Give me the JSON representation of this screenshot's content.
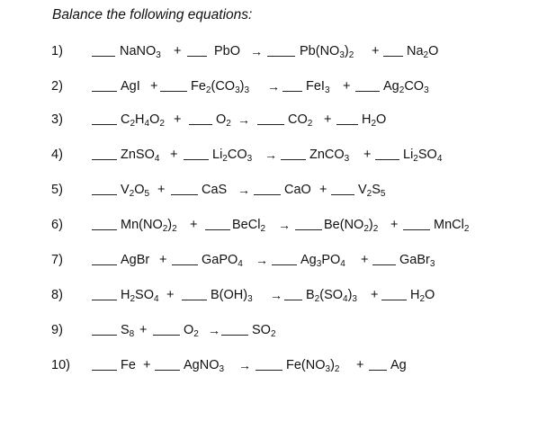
{
  "title": "Balance the following equations:",
  "plus": "+",
  "arrow": "→",
  "equations": [
    {
      "num": "1)",
      "terms": [
        "NaNO3",
        "PbO",
        "Pb(NO3)2",
        "Na2O"
      ]
    },
    {
      "num": "2)",
      "terms": [
        "AgI",
        "Fe2(CO3)3",
        "FeI3",
        "Ag2CO3"
      ]
    },
    {
      "num": "3)",
      "terms": [
        "C2H4O2",
        "O2",
        "CO2",
        "H2O"
      ]
    },
    {
      "num": "4)",
      "terms": [
        "ZnSO4",
        "Li2CO3",
        "ZnCO3",
        "Li2SO4"
      ]
    },
    {
      "num": "5)",
      "terms": [
        "V2O5",
        "CaS",
        "CaO",
        "V2S5"
      ]
    },
    {
      "num": "6)",
      "terms": [
        "Mn(NO2)2",
        "BeCl2",
        "Be(NO2)2",
        "MnCl2"
      ]
    },
    {
      "num": "7)",
      "terms": [
        "AgBr",
        "GaPO4",
        "Ag3PO4",
        "GaBr3"
      ]
    },
    {
      "num": "8)",
      "terms": [
        "H2SO4",
        "B(OH)3",
        "B2(SO4)3",
        "H2O"
      ]
    },
    {
      "num": "9)",
      "terms": [
        "S8",
        "O2",
        "SO2"
      ]
    },
    {
      "num": "10)",
      "terms": [
        "Fe",
        "AgNO3",
        "Fe(NO3)2",
        "Ag"
      ]
    }
  ]
}
